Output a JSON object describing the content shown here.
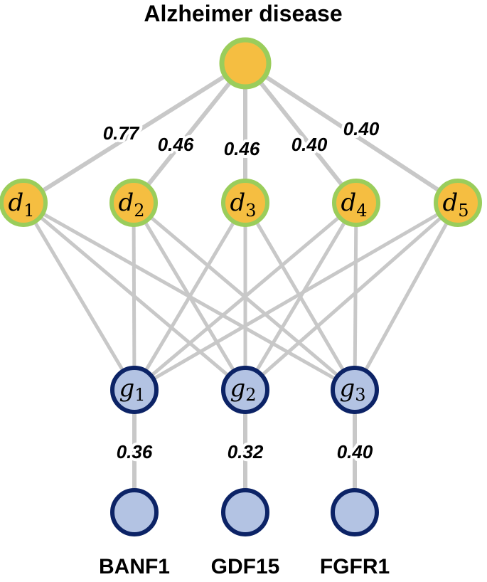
{
  "title": "Alzheimer disease",
  "colors": {
    "edge": "#c8c8c8",
    "disease_fill": "#f5be41",
    "disease_stroke": "#9acd5b",
    "gene_fill": "#b3c3e3",
    "gene_stroke": "#0c2366",
    "text": "#000000"
  },
  "disease_node": {
    "name": "disease-root-node"
  },
  "d_nodes": [
    {
      "letter": "d",
      "sub": "1"
    },
    {
      "letter": "d",
      "sub": "2"
    },
    {
      "letter": "d",
      "sub": "3"
    },
    {
      "letter": "d",
      "sub": "4"
    },
    {
      "letter": "d",
      "sub": "5"
    }
  ],
  "g_nodes": [
    {
      "letter": "g",
      "sub": "1"
    },
    {
      "letter": "g",
      "sub": "2"
    },
    {
      "letter": "g",
      "sub": "3"
    }
  ],
  "top_weights": [
    "0.77",
    "0.46",
    "0.46",
    "0.40",
    "0.40"
  ],
  "bottom_weights": [
    "0.36",
    "0.32",
    "0.40"
  ],
  "genes": [
    "BANF1",
    "GDF15",
    "FGFR1"
  ]
}
